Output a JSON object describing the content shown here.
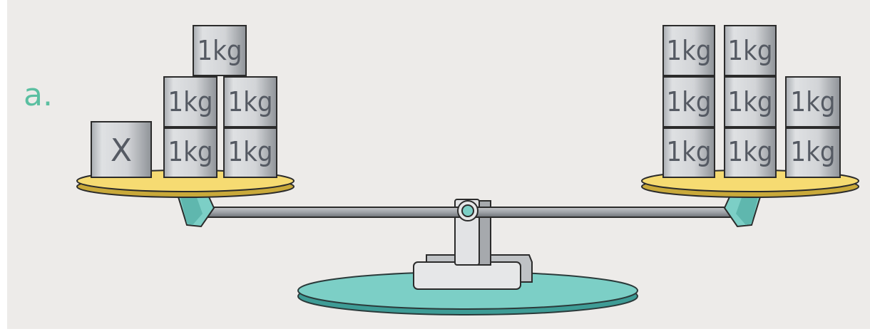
{
  "problem_label": "a.",
  "left_pan": {
    "unknown_label": "X",
    "weight_labels": [
      "1kg",
      "1kg",
      "1kg",
      "1kg",
      "1kg"
    ]
  },
  "right_pan": {
    "weight_labels": [
      "1kg",
      "1kg",
      "1kg",
      "1kg",
      "1kg",
      "1kg",
      "1kg",
      "1kg"
    ]
  },
  "colors": {
    "background": "#edebe9",
    "pan": "#f6db72",
    "base": "#7ccfc6",
    "label": "#5bbfa1",
    "weight": "#c9cccf"
  }
}
